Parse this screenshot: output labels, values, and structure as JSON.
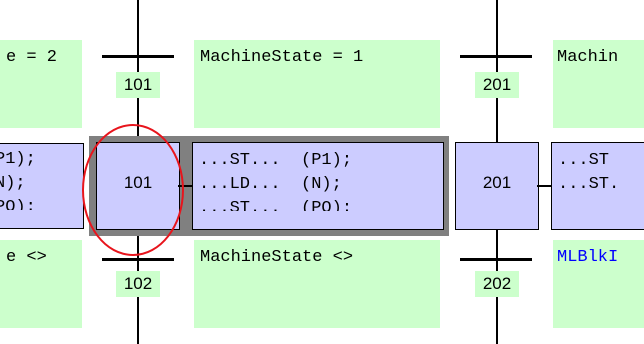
{
  "colors": {
    "condition_bg": "#ccffcc",
    "step_bg": "#ccccff",
    "highlight_circle": "#e8141c",
    "link_text": "#0000ff"
  },
  "left_column": {
    "cond_top_text": "e = 2",
    "actions_lines": [
      "P1);",
      "N);",
      "PO):"
    ],
    "cond_bottom_text": "e <>"
  },
  "column_101": {
    "transition_top_number": "101",
    "step_number": "101",
    "transition_bottom_number": "102"
  },
  "middle_column": {
    "cond_top_text": "MachineState = 1",
    "actions_lines": [
      "...ST...  (P1);",
      "...LD...  (N);",
      "...ST...  (PO):"
    ],
    "cond_bottom_text": "MachineState <>"
  },
  "column_201": {
    "transition_top_number": "201",
    "step_number": "201",
    "transition_bottom_number": "202"
  },
  "right_column": {
    "cond_top_text": "Machin",
    "actions_lines": [
      "...ST",
      "...ST."
    ],
    "cond_bottom_text": "MLBlkI"
  }
}
